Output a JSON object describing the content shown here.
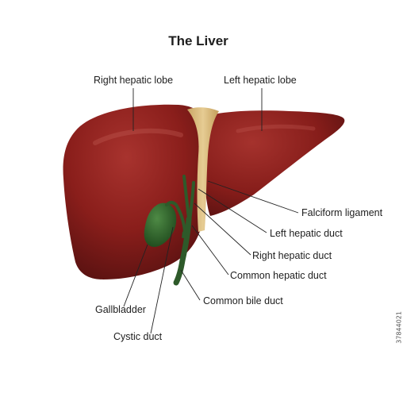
{
  "title": "The Liver",
  "labels": {
    "right_hepatic_lobe": "Right hepatic lobe",
    "left_hepatic_lobe": "Left hepatic lobe",
    "falciform_ligament": "Falciform ligament",
    "left_hepatic_duct": "Left hepatic duct",
    "right_hepatic_duct": "Right hepatic duct",
    "common_hepatic_duct": "Common hepatic duct",
    "common_bile_duct": "Common bile duct",
    "gallbladder": "Gallbladder",
    "cystic_duct": "Cystic duct"
  },
  "side_stamp": "37844021",
  "colors": {
    "liver": "#8e1f1c",
    "liver_dark": "#5e1412",
    "liver_highlight": "#b84a44",
    "ligament": "#d9b97a",
    "duct": "#2e5a2a",
    "gallbladder": "#2f5e2c",
    "leader_line": "#222222"
  }
}
